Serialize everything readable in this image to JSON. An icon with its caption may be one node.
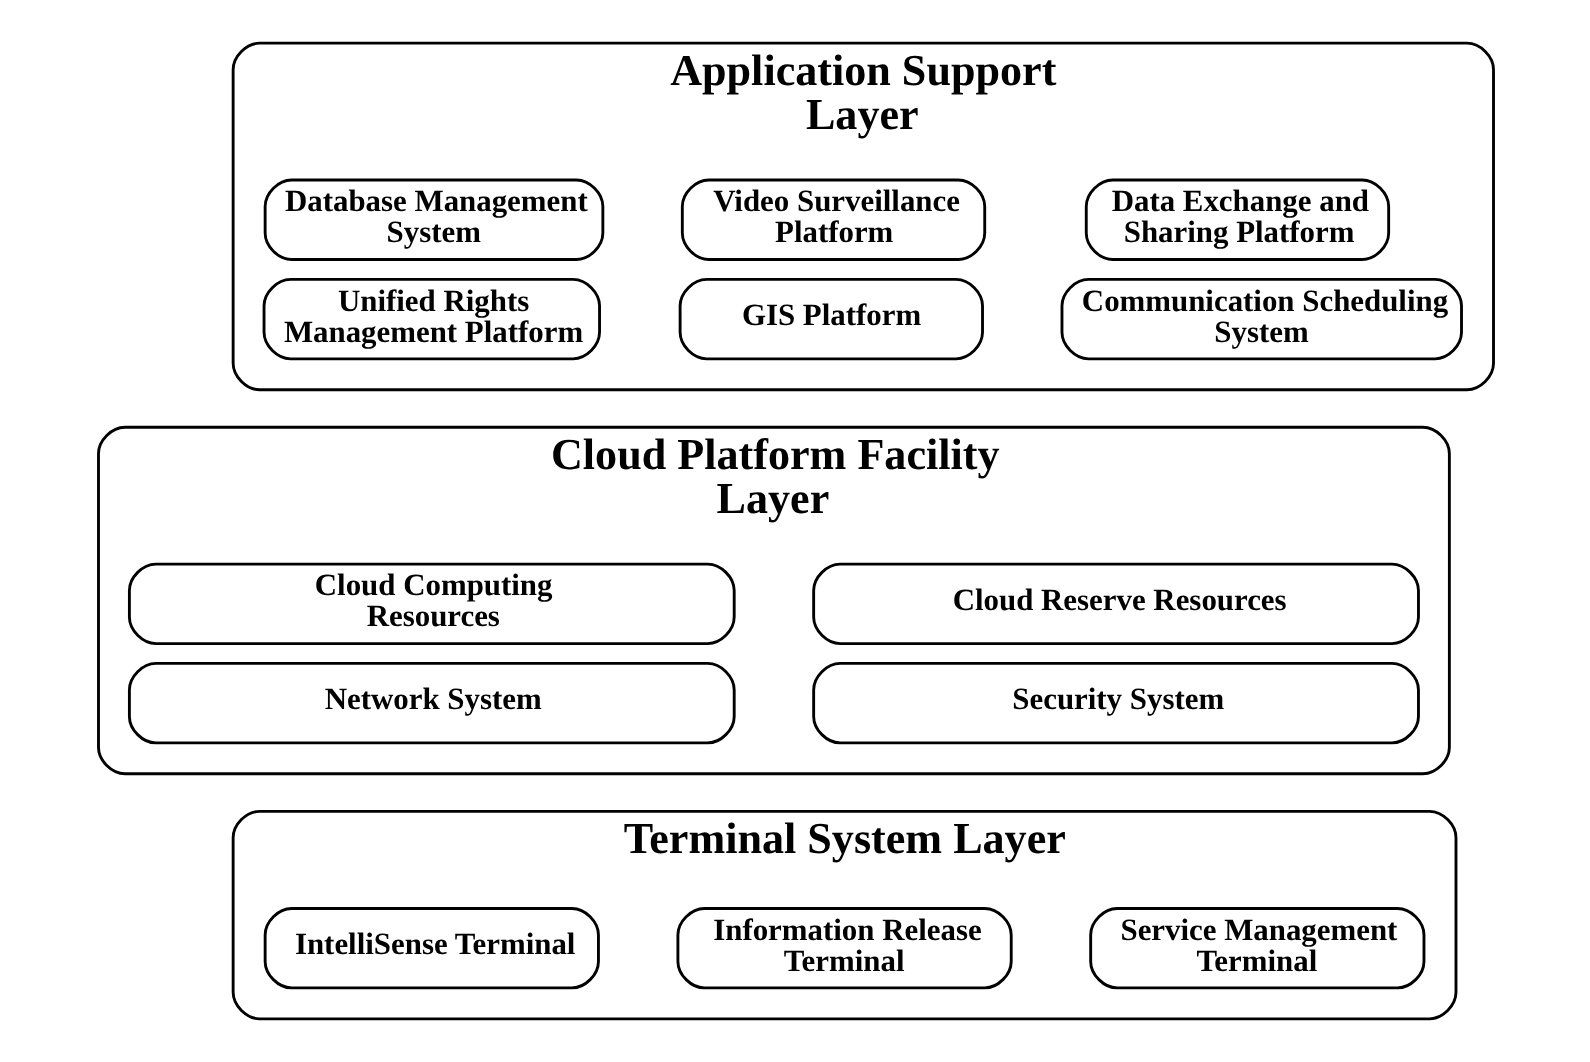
{
  "diagram": {
    "nodes": [
      {
        "text": [
          "Application Support Layer"
        ]
      },
      {
        "text": [
          "Database Management System"
        ],
        "in": 0
      },
      {
        "text": [
          "Video Surveillance Platform"
        ],
        "in": 0
      },
      {
        "text": [
          "Data Exchange and Sharing Platform"
        ],
        "in": 0
      },
      {
        "text": [
          "Unified Rights Management Platform"
        ],
        "in": 0
      },
      {
        "text": [
          "GIS Platform"
        ],
        "in": 0
      },
      {
        "text": [
          "Communication Scheduling System"
        ],
        "in": 0
      },
      {
        "text": [
          "Cloud Platform Facility Layer"
        ]
      },
      {
        "text": [
          "Cloud Computing Resources"
        ],
        "in": 7
      },
      {
        "text": [
          "Cloud Reserve Resources"
        ],
        "in": 7
      },
      {
        "text": [
          "Network System"
        ],
        "in": 7
      },
      {
        "text": [
          "Security System"
        ],
        "in": 7
      },
      {
        "text": [
          "Terminal System Layer"
        ]
      },
      {
        "text": [
          "IntelliSense Terminal"
        ],
        "in": 12
      },
      {
        "text": [
          "Information Release Terminal"
        ],
        "in": 12
      },
      {
        "text": [
          "Service Management Terminal"
        ],
        "in": 12
      }
    ]
  }
}
